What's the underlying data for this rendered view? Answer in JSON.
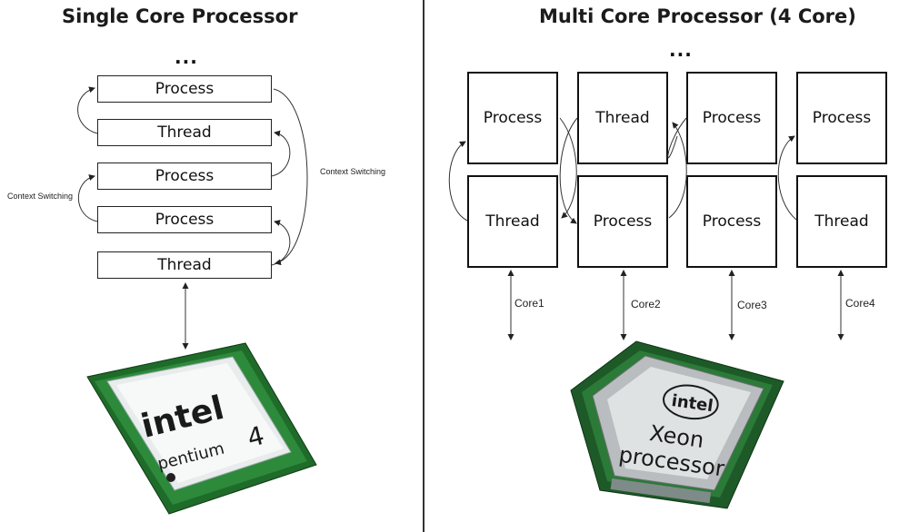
{
  "left": {
    "title": "Single Core Processor",
    "ellipsis": "...",
    "boxes": [
      "Process",
      "Thread",
      "Process",
      "Process",
      "Thread"
    ],
    "context_left": "Context Switching",
    "context_right": "Context Switching",
    "chip": {
      "brand": "intel",
      "model": "pentium",
      "version": "4"
    }
  },
  "right": {
    "title": "Multi Core Processor (4 Core)",
    "ellipsis": "...",
    "top_row": [
      "Process",
      "Thread",
      "Process",
      "Process"
    ],
    "bottom_row": [
      "Thread",
      "Process",
      "Process",
      "Thread"
    ],
    "cores": [
      "Core1",
      "Core2",
      "Core3",
      "Core4"
    ],
    "chip": {
      "brand": "intel",
      "line1": "Xeon",
      "line2": "processor"
    }
  }
}
